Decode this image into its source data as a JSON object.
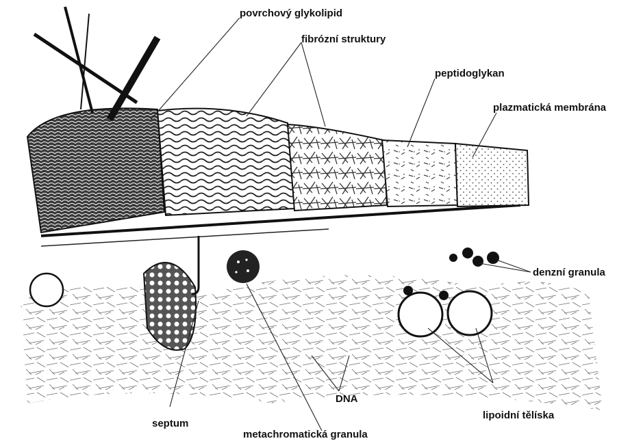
{
  "labels": {
    "surface_glycolipid": "povrchový glykolipid",
    "fibrous_structures": "fibrózní struktury",
    "peptidoglycan": "peptidoglykan",
    "plasma_membrane": "plazmatická membrána",
    "dense_granules": "denzní granula",
    "lipid_bodies": "lipoidní tělíska",
    "dna": "DNA",
    "metachromatic_granule": "metachromatická granula",
    "septum": "septum"
  },
  "colors": {
    "ink": "#111111",
    "paper": "#ffffff",
    "hatch": "#444444"
  }
}
